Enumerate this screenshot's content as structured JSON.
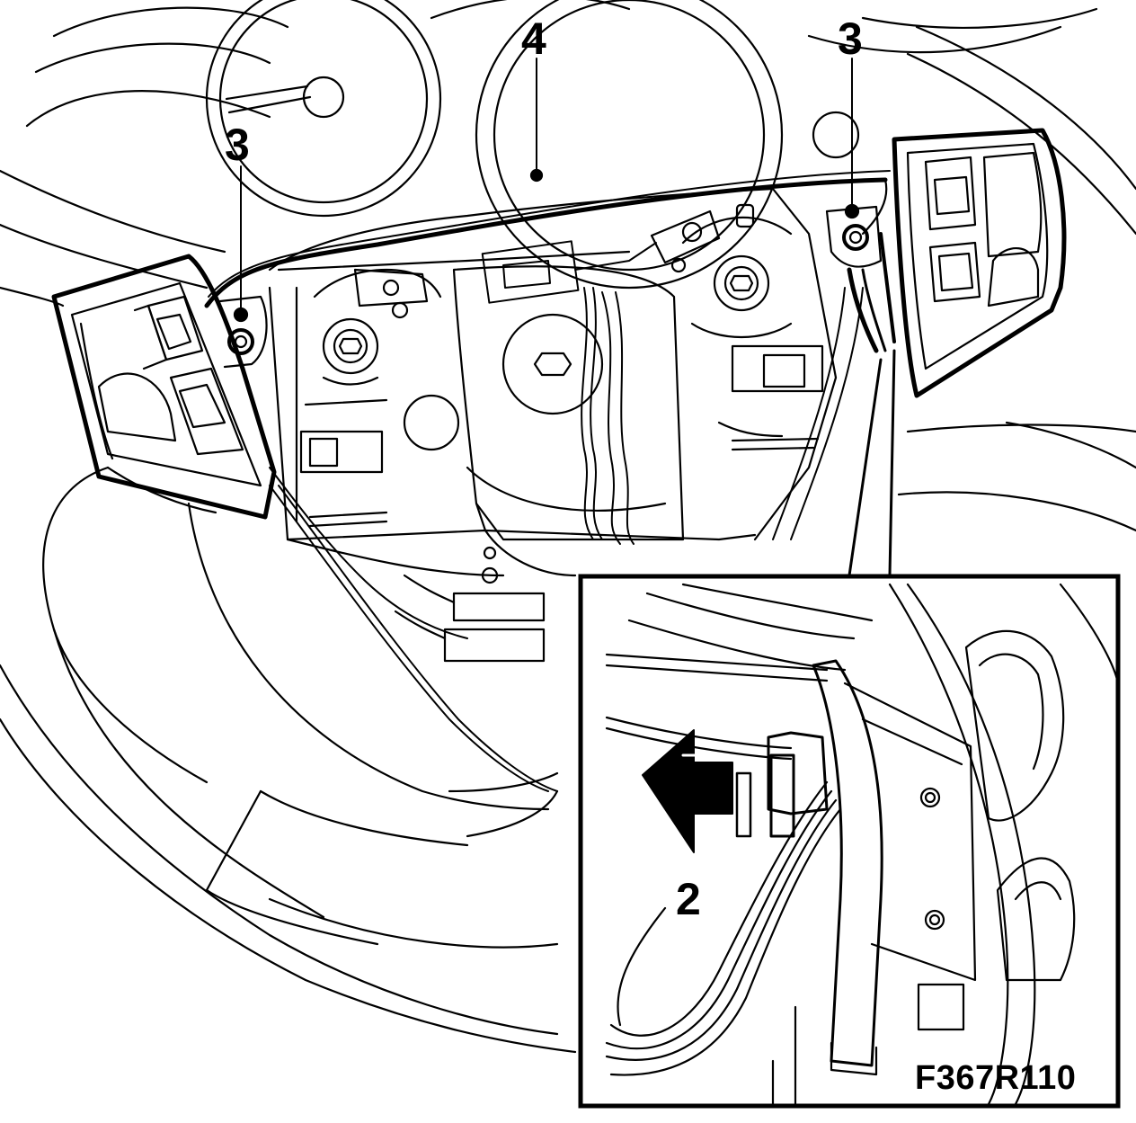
{
  "figure": {
    "code": "F367R110",
    "callouts": {
      "cable": "4",
      "screw_left": "3",
      "screw_right": "3",
      "connector_release": "2"
    }
  },
  "colors": {
    "line": "#000000",
    "background": "#ffffff"
  }
}
